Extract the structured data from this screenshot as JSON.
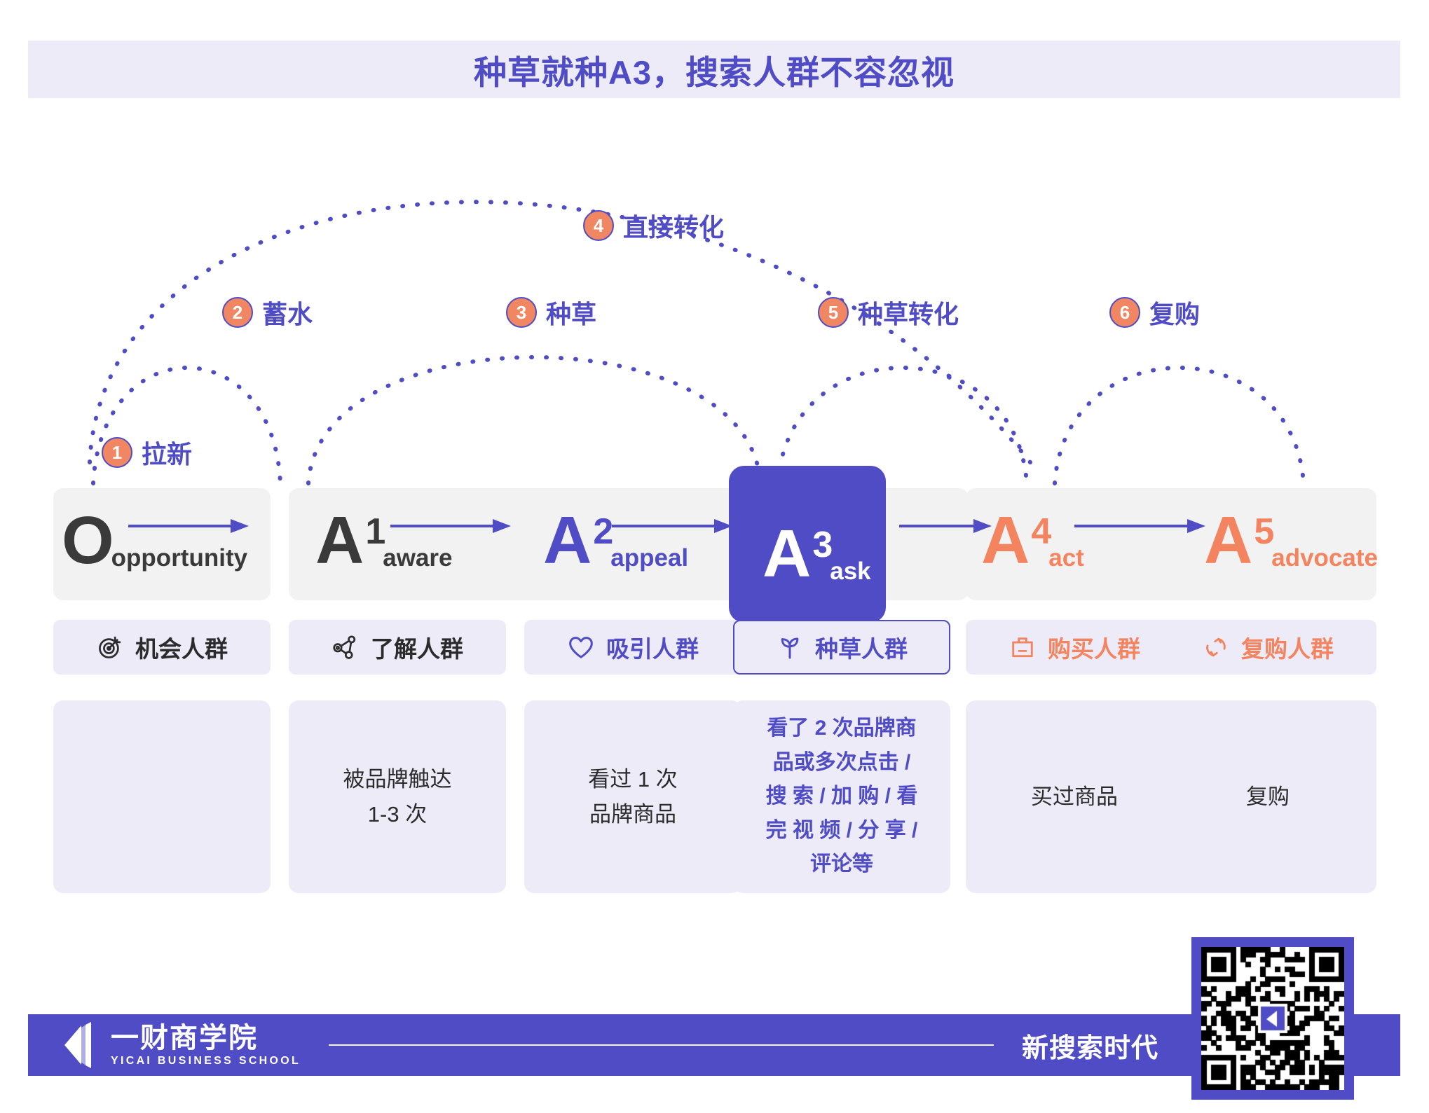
{
  "header": {
    "title": "种草就种A3，搜索人群不容忽视"
  },
  "journey_steps": [
    {
      "num": "1",
      "label": "拉新"
    },
    {
      "num": "2",
      "label": "蓄水"
    },
    {
      "num": "3",
      "label": "种草"
    },
    {
      "num": "4",
      "label": "直接转化"
    },
    {
      "num": "5",
      "label": "种草转化"
    },
    {
      "num": "6",
      "label": "复购"
    }
  ],
  "stages": [
    {
      "letter": "O",
      "sup": "",
      "sub": "opportunity",
      "color_key": "dark",
      "highlight": false
    },
    {
      "letter": "A",
      "sup": "1",
      "sub": "aware",
      "color_key": "dark",
      "highlight": false
    },
    {
      "letter": "A",
      "sup": "2",
      "sub": "appeal",
      "color_key": "purple",
      "highlight": false
    },
    {
      "letter": "A",
      "sup": "3",
      "sub": "ask",
      "color_key": "white",
      "highlight": true
    },
    {
      "letter": "A",
      "sup": "4",
      "sub": "act",
      "color_key": "orange",
      "highlight": false
    },
    {
      "letter": "A",
      "sup": "5",
      "sub": "advocate",
      "color_key": "orange",
      "highlight": false
    }
  ],
  "audiences": [
    {
      "icon": "target-icon",
      "label": "机会人群",
      "tone": "dark",
      "outlined": false
    },
    {
      "icon": "network-icon",
      "label": "了解人群",
      "tone": "dark",
      "outlined": false
    },
    {
      "icon": "heart-icon",
      "label": "吸引人群",
      "tone": "purple",
      "outlined": false
    },
    {
      "icon": "sprout-icon",
      "label": "种草人群",
      "tone": "purple",
      "outlined": true
    },
    {
      "icon": "bag-icon",
      "label": "购买人群",
      "tone": "orange",
      "outlined": false
    },
    {
      "icon": "refresh-icon",
      "label": "复购人群",
      "tone": "orange",
      "outlined": false
    }
  ],
  "descriptions": [
    {
      "lines": []
    },
    {
      "lines": [
        "被品牌触达",
        "1-3 次"
      ]
    },
    {
      "lines": [
        "看过 1 次",
        "品牌商品"
      ]
    },
    {
      "lines": [
        "看了 2 次品牌商",
        "品或多次点击 /",
        "搜 索 / 加 购 / 看",
        "完 视 频 / 分 享 /",
        "评论等"
      ],
      "accent": true
    },
    {
      "lines": [
        "买过商品"
      ]
    },
    {
      "lines": [
        "复购"
      ]
    }
  ],
  "footer": {
    "logo_cn": "一财商学院",
    "logo_en": "YICAI BUSINESS SCHOOL",
    "slogan": "新搜索时代"
  },
  "colors": {
    "purple": "#4f4cc5",
    "orange": "#f4845f",
    "badge_orange": "#f08662",
    "lavender": "#ecebf7",
    "gray_card": "#f2f2f3",
    "dark_text": "#3a3a3a"
  }
}
